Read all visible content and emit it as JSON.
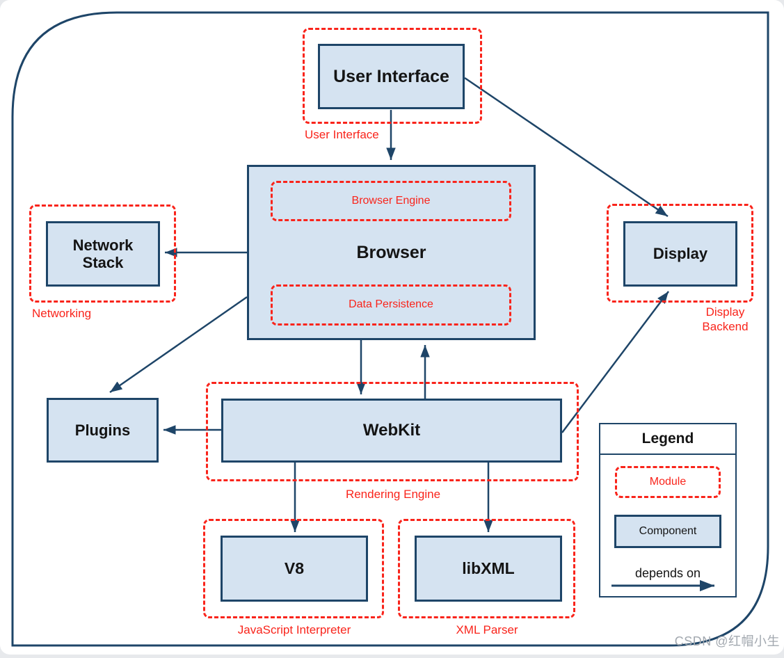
{
  "colors": {
    "component_fill": "#d5e3f1",
    "component_border": "#1e4568",
    "arrow": "#1e4568",
    "module_red": "#f9241b",
    "text_black": "#141414",
    "watermark_gray": "#a2a8af",
    "page_bg": "#e7e9ec"
  },
  "components": {
    "user_interface": "User Interface",
    "browser": "Browser",
    "network_stack": "Network Stack",
    "display": "Display",
    "plugins": "Plugins",
    "webkit": "WebKit",
    "v8": "V8",
    "libxml": "libXML"
  },
  "modules": {
    "user_interface": "User Interface",
    "browser_engine": "Browser Engine",
    "data_persistence": "Data Persistence",
    "networking": "Networking",
    "display_backend": "Display Backend",
    "rendering_engine": "Rendering Engine",
    "javascript_interpreter": "JavaScript Interpreter",
    "xml_parser": "XML Parser"
  },
  "legend": {
    "title": "Legend",
    "module_label": "Module",
    "component_label": "Component",
    "depends_on_label": "depends on"
  },
  "watermark": "CSDN @红帽小生"
}
